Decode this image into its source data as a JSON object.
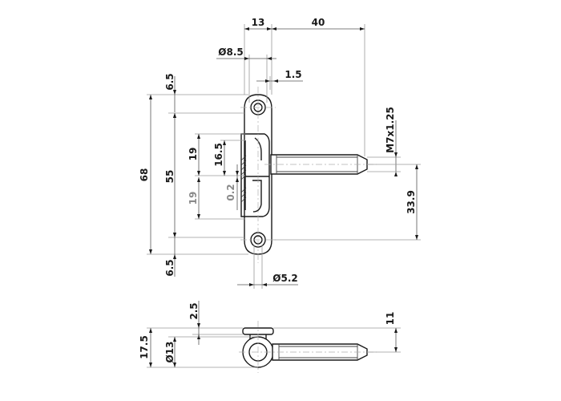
{
  "dimensions": {
    "top_width": "13",
    "pin_length": "40",
    "hole_diameter": "Ø8.5",
    "offset": "1.5",
    "top_gap": "6.5",
    "thread": "M7x1.25",
    "total_height": "68",
    "inner_height": "55",
    "upper_section": "19",
    "slot_height": "16.5",
    "lower_section": "19",
    "clearance": "0.2",
    "pin_position": "33.9",
    "bottom_gap": "6.5",
    "bottom_hole": "Ø5.2",
    "flange": "2.5",
    "side_height": "11",
    "overall_width": "17.5",
    "ring_diameter": "Ø13"
  }
}
